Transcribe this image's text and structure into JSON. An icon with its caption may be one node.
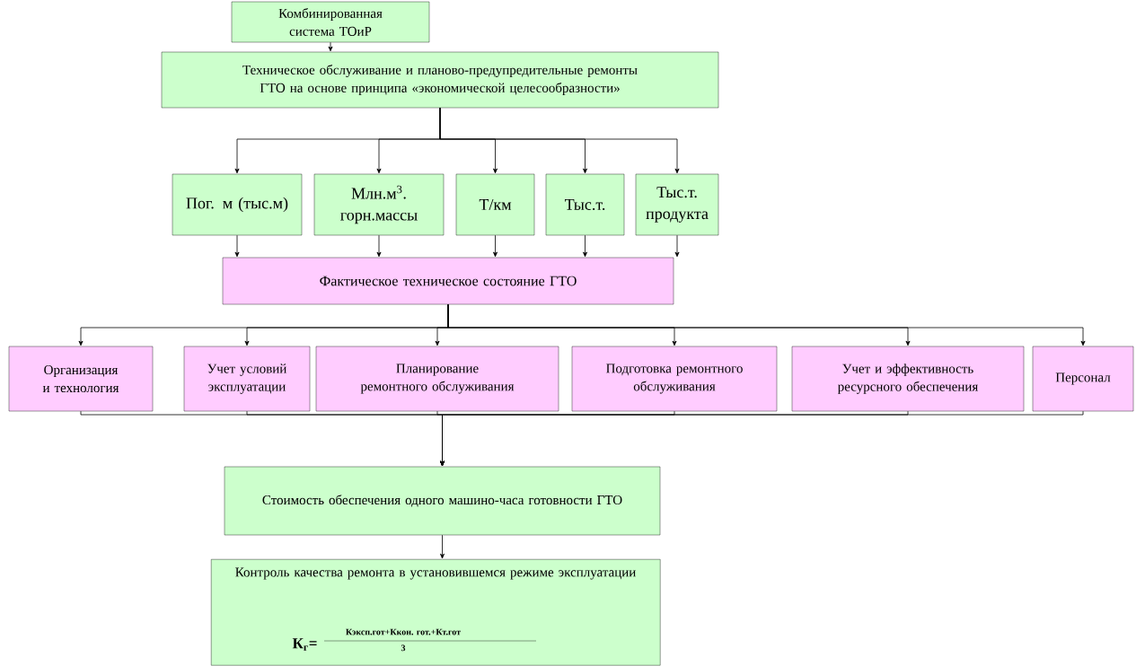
{
  "diagram": {
    "nodes": [
      {
        "text": [
          "Комбинированная система ТОиР"
        ]
      },
      {
        "text": [
          "Техническое обслуживание и планово-предупредительные ремонты ГТО на основе принципа «экономической целесообразности»"
        ]
      },
      {
        "text": [
          "Пог. м (тыс.м)"
        ]
      },
      {
        "text": [
          "Млн.м$^{3}$. горн.массы"
        ]
      },
      {
        "text": [
          "Т/км"
        ]
      },
      {
        "text": [
          "Тыс.т."
        ]
      },
      {
        "text": [
          "Тыс.т. продукта"
        ]
      },
      {
        "text": [
          "Фактическое техническое состояние ГТО"
        ]
      },
      {
        "text": [
          "Организация и технология"
        ]
      },
      {
        "text": [
          "Учет условий эксплуатации"
        ]
      },
      {
        "text": [
          "Планирование ремонтного обслуживания"
        ]
      },
      {
        "text": [
          "Подготовка ремонтного обслуживания"
        ]
      },
      {
        "text": [
          "Учет и эффективность ресурсного обеспечения"
        ]
      },
      {
        "text": [
          "Персонал"
        ]
      },
      {
        "text": [
          "Стоимость обеспечения одного машино-часа готовности ГТО"
        ]
      },
      {
        "text": [
          "Контроль качества ремонта в установившемся режиме эксплуатации",
          "К$_{г}$=",
          "Кэксп.гот+Ккон. гот.+Кт.гот",
          "3"
        ]
      }
    ],
    "edges": [
      {
        "from": 0,
        "to": 1,
        "arrow": "to"
      },
      {
        "from": 1,
        "to": 2,
        "arrow": "to"
      },
      {
        "from": 1,
        "to": 3,
        "arrow": "to"
      },
      {
        "from": 1,
        "to": 4,
        "arrow": "to"
      },
      {
        "from": 1,
        "to": 5,
        "arrow": "to"
      },
      {
        "from": 1,
        "to": 6,
        "arrow": "to"
      },
      {
        "from": 2,
        "to": 7,
        "arrow": "to"
      },
      {
        "from": 3,
        "to": 7,
        "arrow": "to"
      },
      {
        "from": 4,
        "to": 7,
        "arrow": "to"
      },
      {
        "from": 5,
        "to": 7,
        "arrow": "to"
      },
      {
        "from": 6,
        "to": 7,
        "arrow": "to"
      },
      {
        "from": 7,
        "to": 8,
        "arrow": "to"
      },
      {
        "from": 7,
        "to": 9,
        "arrow": "to"
      },
      {
        "from": 7,
        "to": 10,
        "arrow": "to"
      },
      {
        "from": 7,
        "to": 11,
        "arrow": "to"
      },
      {
        "from": 7,
        "to": 12,
        "arrow": "to"
      },
      {
        "from": 7,
        "to": 13,
        "arrow": "to"
      },
      {
        "from": 8,
        "to": 14,
        "arrow": "to"
      },
      {
        "from": 9,
        "to": 14,
        "arrow": "to"
      },
      {
        "from": 10,
        "to": 14,
        "arrow": "to"
      },
      {
        "from": 11,
        "to": 14,
        "arrow": "to"
      },
      {
        "from": 12,
        "to": 14,
        "arrow": "to"
      },
      {
        "from": 13,
        "to": 14,
        "arrow": "to"
      },
      {
        "from": 14,
        "to": 15,
        "arrow": "to"
      }
    ]
  }
}
